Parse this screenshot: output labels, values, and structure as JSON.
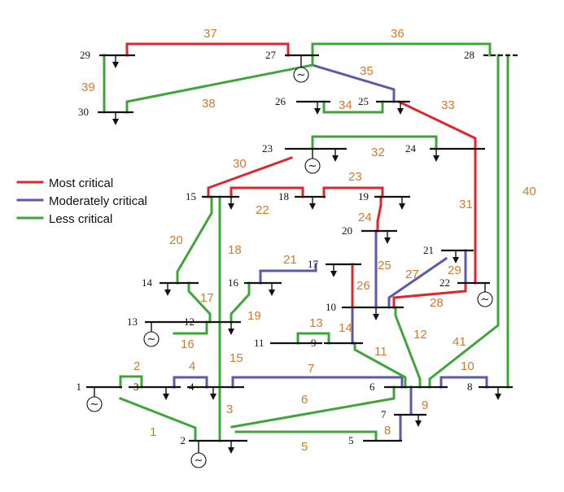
{
  "legend": {
    "most": "Most critical",
    "moderate": "Moderately critical",
    "less": "Less critical"
  },
  "colors": {
    "most": "#e0262b",
    "moderate": "#5a5aa8",
    "less": "#3fa53a",
    "label": "#cf7a2d"
  },
  "generator_symbol": "~",
  "buses": [
    "1",
    "2",
    "3",
    "4",
    "5",
    "6",
    "7",
    "8",
    "9",
    "10",
    "11",
    "12",
    "13",
    "14",
    "15",
    "16",
    "17",
    "18",
    "19",
    "20",
    "21",
    "22",
    "23",
    "24",
    "25",
    "26",
    "27",
    "28",
    "29",
    "30"
  ],
  "lines": {
    "l1": {
      "label": "1",
      "criticality": "less"
    },
    "l2": {
      "label": "2",
      "criticality": "less"
    },
    "l3": {
      "label": "3",
      "criticality": "less"
    },
    "l4": {
      "label": "4",
      "criticality": "moderate"
    },
    "l5": {
      "label": "5",
      "criticality": "less"
    },
    "l6": {
      "label": "6",
      "criticality": "less"
    },
    "l7": {
      "label": "7",
      "criticality": "moderate"
    },
    "l8": {
      "label": "8",
      "criticality": "moderate"
    },
    "l9": {
      "label": "9",
      "criticality": "moderate"
    },
    "l10": {
      "label": "10",
      "criticality": "moderate"
    },
    "l11": {
      "label": "11",
      "criticality": "less"
    },
    "l12": {
      "label": "12",
      "criticality": "less"
    },
    "l13": {
      "label": "13",
      "criticality": "less"
    },
    "l14": {
      "label": "14",
      "criticality": "moderate"
    },
    "l15": {
      "label": "15",
      "criticality": "moderate"
    },
    "l16": {
      "label": "16",
      "criticality": "less"
    },
    "l17": {
      "label": "17",
      "criticality": "less"
    },
    "l18": {
      "label": "18",
      "criticality": "less"
    },
    "l19": {
      "label": "19",
      "criticality": "less"
    },
    "l20": {
      "label": "20",
      "criticality": "less"
    },
    "l21": {
      "label": "21",
      "criticality": "moderate"
    },
    "l22": {
      "label": "22",
      "criticality": "most"
    },
    "l23": {
      "label": "23",
      "criticality": "most"
    },
    "l24": {
      "label": "24",
      "criticality": "most"
    },
    "l25": {
      "label": "25",
      "criticality": "moderate"
    },
    "l26": {
      "label": "26",
      "criticality": "most"
    },
    "l27": {
      "label": "27",
      "criticality": "moderate"
    },
    "l28": {
      "label": "28",
      "criticality": "most"
    },
    "l29": {
      "label": "29",
      "criticality": "moderate"
    },
    "l30": {
      "label": "30",
      "criticality": "most"
    },
    "l31": {
      "label": "31",
      "criticality": "most"
    },
    "l32": {
      "label": "32",
      "criticality": "less"
    },
    "l33": {
      "label": "33",
      "criticality": "most"
    },
    "l34": {
      "label": "34",
      "criticality": "less"
    },
    "l35": {
      "label": "35",
      "criticality": "moderate"
    },
    "l36": {
      "label": "36",
      "criticality": "less"
    },
    "l37": {
      "label": "37",
      "criticality": "most"
    },
    "l38": {
      "label": "38",
      "criticality": "less"
    },
    "l39": {
      "label": "39",
      "criticality": "less"
    },
    "l40": {
      "label": "40",
      "criticality": "less"
    },
    "l41": {
      "label": "41",
      "criticality": "less"
    }
  }
}
